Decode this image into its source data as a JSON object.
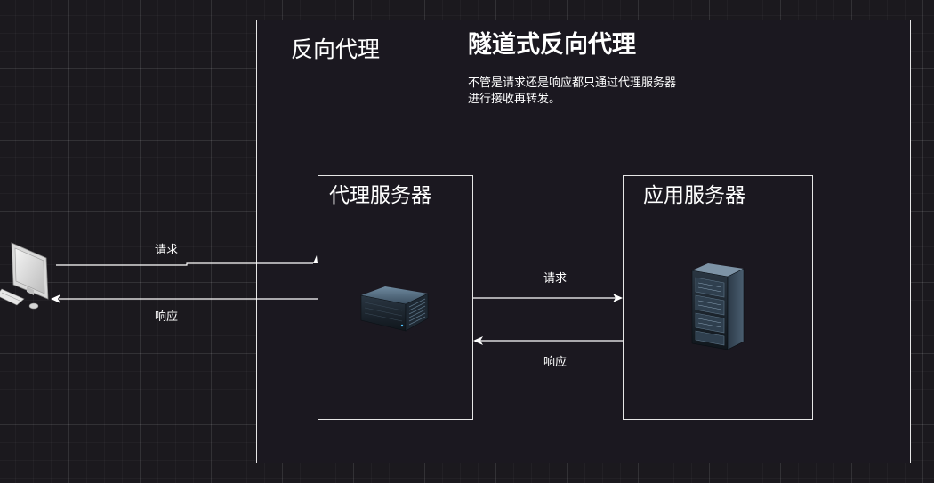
{
  "outer": {
    "label": "反向代理",
    "title": "隧道式反向代理",
    "description": "不管是请求还是响应都只通过代理服务器进行接收再转发。"
  },
  "proxy_server": {
    "label": "代理服务器"
  },
  "app_server": {
    "label": "应用服务器"
  },
  "edges": {
    "client_request": "请求",
    "client_response": "响应",
    "server_request": "请求",
    "server_response": "响应"
  },
  "icons": {
    "client": "desktop-computer-icon",
    "proxy": "rack-server-icon",
    "app": "tower-server-icon"
  },
  "colors": {
    "background": "#1b191e",
    "line": "#ffffff",
    "border": "#e6e6e6"
  }
}
